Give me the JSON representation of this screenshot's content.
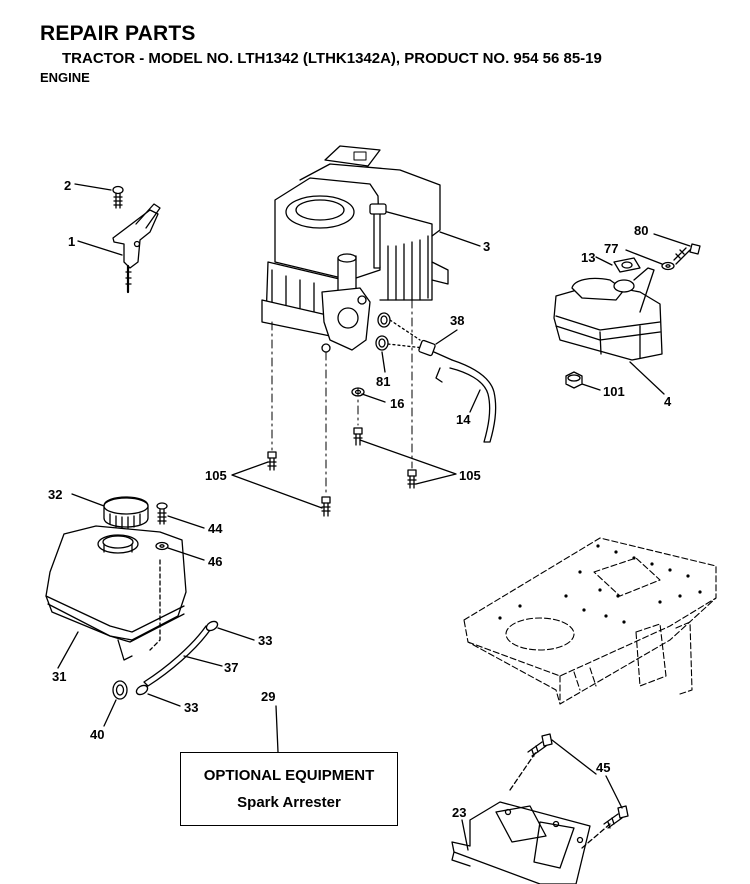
{
  "header": {
    "title": "REPAIR PARTS",
    "subtitle": "TRACTOR - MODEL NO. LTH1342 (LTHK1342A), PRODUCT NO. 954 56 85-19",
    "section": "ENGINE"
  },
  "callouts": {
    "c1": "1",
    "c2": "2",
    "c3": "3",
    "c4": "4",
    "c13": "13",
    "c14": "14",
    "c16": "16",
    "c23": "23",
    "c29": "29",
    "c31": "31",
    "c32": "32",
    "c33a": "33",
    "c33b": "33",
    "c37": "37",
    "c38": "38",
    "c40": "40",
    "c44": "44",
    "c45": "45",
    "c46": "46",
    "c77": "77",
    "c80": "80",
    "c81": "81",
    "c101": "101",
    "c105a": "105",
    "c105b": "105"
  },
  "optional_box": {
    "title": "OPTIONAL EQUIPMENT",
    "item": "Spark Arrester"
  }
}
